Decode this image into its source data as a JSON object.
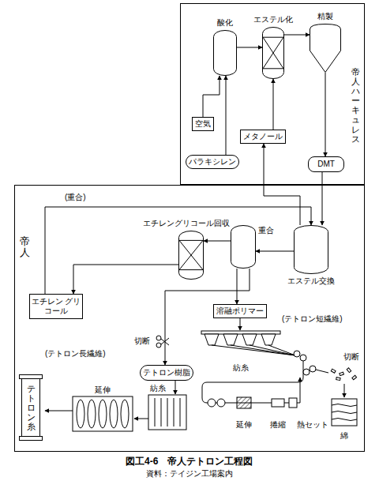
{
  "diagram": {
    "caption": "図工4-6　帝人テトロン工程図",
    "nodes": [
      {
        "text": [
          "帝人ハーキュレス"
        ]
      },
      {
        "text": [
          "酸化"
        ],
        "in": 0
      },
      {
        "text": [
          "エステル化"
        ],
        "in": 0
      },
      {
        "text": [
          "精製"
        ],
        "in": 0
      },
      {
        "text": [
          "空気"
        ],
        "in": 0
      },
      {
        "text": [
          "パラキシレン"
        ],
        "in": 0
      },
      {
        "text": [
          "メタノール"
        ],
        "in": 0
      },
      {
        "text": [
          "DMT"
        ],
        "in": 0
      },
      {
        "text": [
          "帝人"
        ]
      },
      {
        "text": [
          "エチレングリコール回収"
        ],
        "in": 8
      },
      {
        "text": [
          "重合"
        ],
        "in": 8
      },
      {
        "text": [
          "エステル交換"
        ],
        "in": 8
      },
      {
        "text": [
          "エチレン グリコール"
        ],
        "in": 8
      },
      {
        "text": [
          "溶融ポリマー"
        ],
        "in": 8
      },
      {
        "text": [
          "テトロン樹脂"
        ],
        "in": 8
      },
      {
        "text": [
          "テトロン糸"
        ],
        "in": 8
      }
    ],
    "edges": [
      {
        "from": 5,
        "to": 1,
        "arrow": "to"
      },
      {
        "from": 4,
        "to": 1,
        "arrow": "to"
      },
      {
        "from": 1,
        "to": 2,
        "arrow": "to"
      },
      {
        "from": 6,
        "to": 2,
        "arrow": "to"
      },
      {
        "from": 2,
        "to": 3,
        "arrow": "to"
      },
      {
        "from": 3,
        "to": 7,
        "arrow": "to"
      },
      {
        "from": 7,
        "to": 11,
        "arrow": "to"
      },
      {
        "from": 12,
        "to": 11,
        "arrow": "to"
      },
      {
        "from": 11,
        "to": 10,
        "arrow": "to"
      },
      {
        "from": 10,
        "to": 9,
        "arrow": "to"
      },
      {
        "from": 9,
        "to": 12,
        "arrow": "to"
      },
      {
        "from": 11,
        "to": 6,
        "arrow": "to"
      },
      {
        "from": 10,
        "to": 13,
        "arrow": "to"
      },
      {
        "from": 10,
        "to": 14,
        "arrow": "to"
      }
    ],
    "labels": [
      "(重合)",
      "切断",
      "(テトロン短繊維)",
      "紡糸",
      "(テトロン長繊維)",
      "紡糸",
      "延伸",
      "切断",
      "延伸",
      "捲縮",
      "熱セット",
      "綿",
      "資料：テイジン工場案内"
    ]
  }
}
